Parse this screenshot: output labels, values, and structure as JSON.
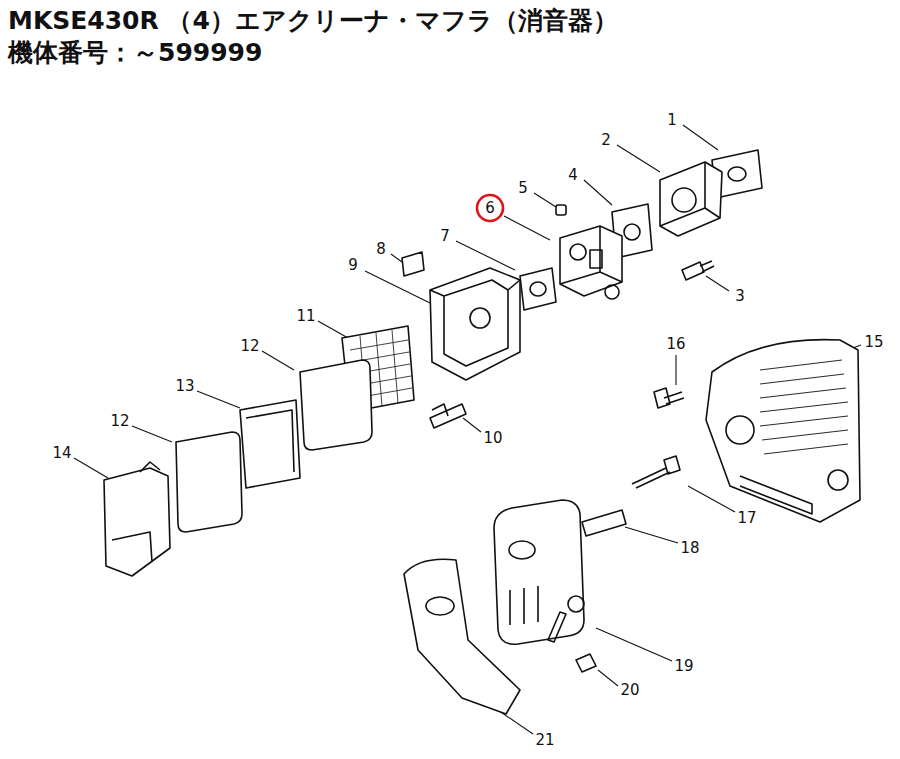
{
  "diagram": {
    "title": "MKSE430R （4）エアクリーナ・マフラ（消音器）",
    "labels": [
      "機体番号：～599999",
      "1",
      "2",
      "3",
      "4",
      "5",
      "6",
      "7",
      "8",
      "9",
      "10",
      "11",
      "12",
      "13",
      "12",
      "14",
      "15",
      "16",
      "17",
      "18",
      "19",
      "20",
      "21"
    ]
  }
}
